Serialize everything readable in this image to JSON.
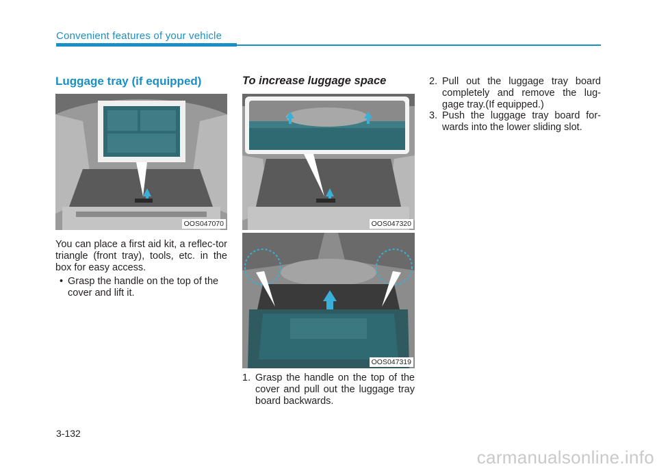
{
  "header": {
    "title": "Convenient features of your vehicle"
  },
  "left": {
    "section_title": "Luggage tray (if equipped)",
    "figure_code": "OOS047070",
    "paragraph": "You can place a first aid kit, a reflec-tor triangle (front tray), tools, etc. in the box for easy access.",
    "bullet": "Grasp the handle on the top of the cover and lift it."
  },
  "middle": {
    "sub_title": "To increase luggage space",
    "figure1_code": "OOS047320",
    "figure2_code": "OOS047319",
    "step1_num": "1.",
    "step1": "Grasp the handle on the top of the cover and pull out the luggage tray board backwards."
  },
  "right": {
    "step2_num": "2.",
    "step2": "Pull out the luggage tray board completely and remove the lug-gage tray.(If equipped.)",
    "step3_num": "3.",
    "step3": "Push the luggage tray board for-wards into the lower sliding slot."
  },
  "footer": {
    "page_number": "3-132",
    "watermark": "carmanualsonline.info"
  },
  "colors": {
    "accent": "#1a8fc4",
    "tray_teal": "#2f6a72",
    "arrow_blue": "#3ab0d8"
  }
}
